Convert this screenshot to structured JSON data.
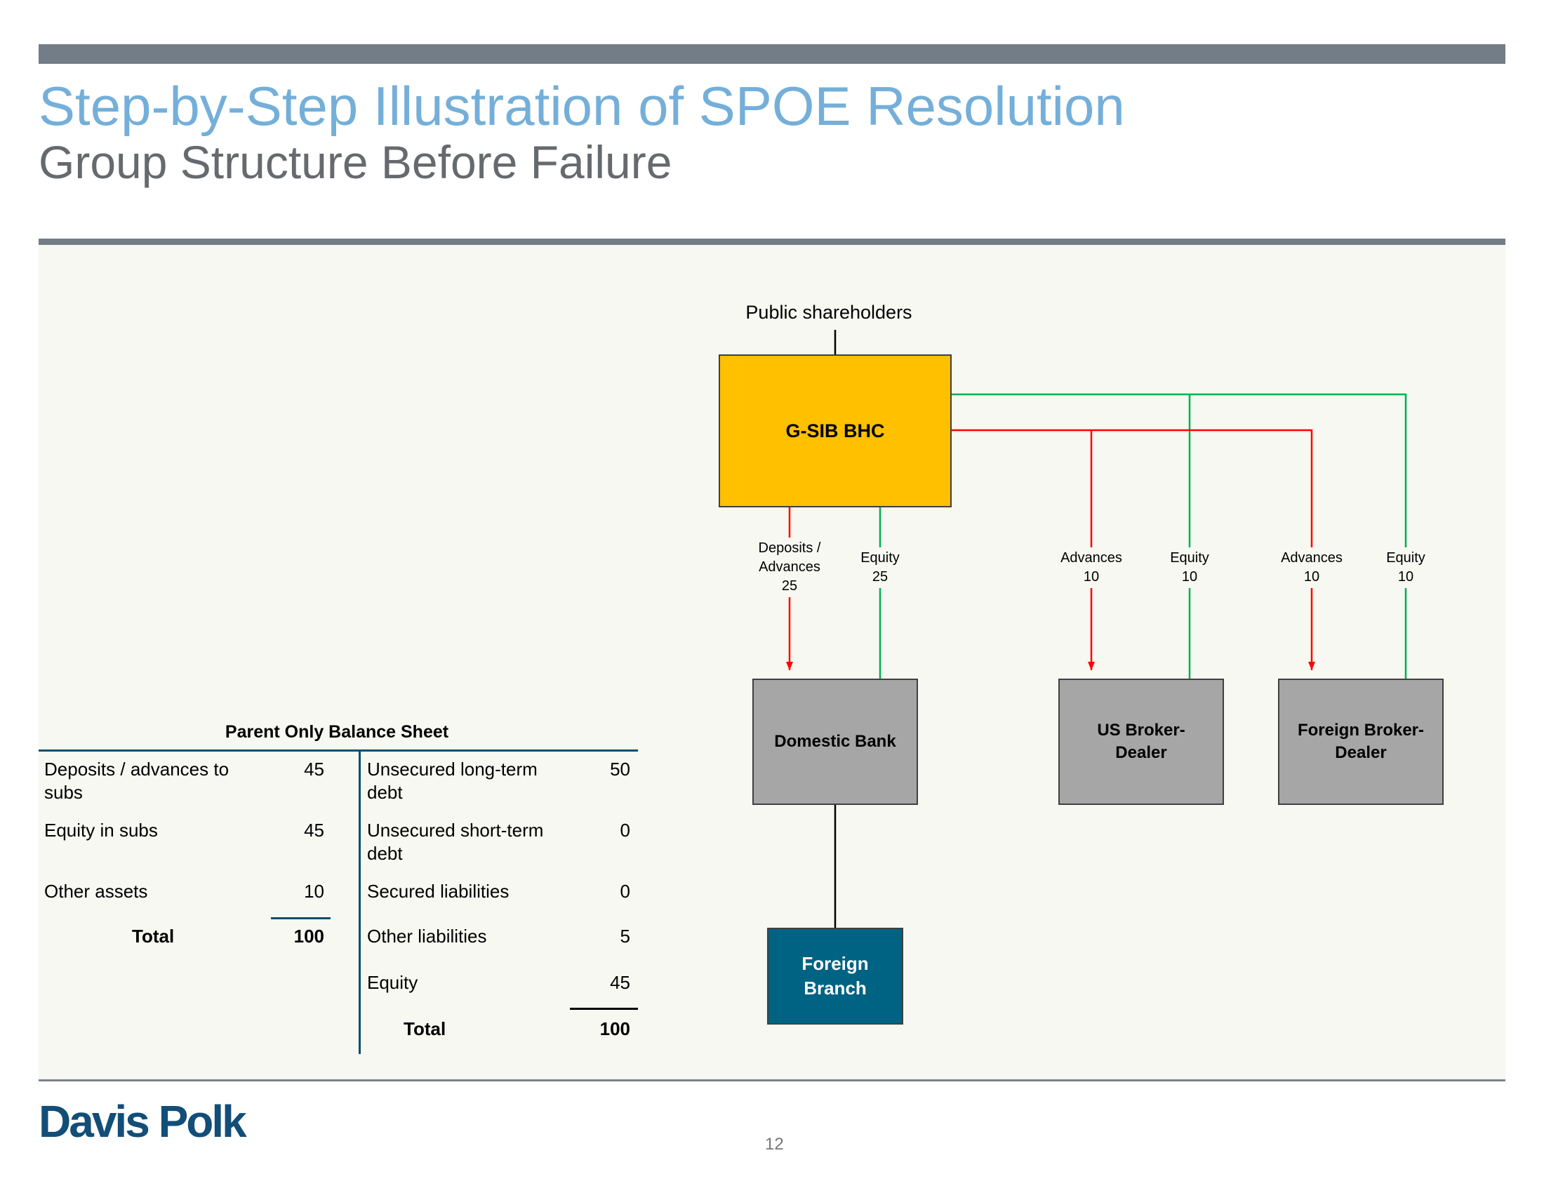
{
  "header": {
    "title": "Step-by-Step Illustration of SPOE Resolution",
    "subtitle": "Group Structure Before Failure"
  },
  "diagram": {
    "top_label": "Public shareholders",
    "parent": "G-SIB BHC",
    "subsidiaries": {
      "domestic_bank": "Domestic Bank",
      "us_bd_line1": "US Broker-",
      "us_bd_line2": "Dealer",
      "foreign_bd_line1": "Foreign Broker-",
      "foreign_bd_line2": "Dealer",
      "foreign_branch_line1": "Foreign",
      "foreign_branch_line2": "Branch"
    },
    "flows": {
      "db_advances": {
        "line1": "Deposits /",
        "line2": "Advances",
        "value": "25"
      },
      "db_equity": {
        "line1": "Equity",
        "value": "25"
      },
      "usbd_advances": {
        "line1": "Advances",
        "value": "10"
      },
      "usbd_equity": {
        "line1": "Equity",
        "value": "10"
      },
      "fbd_advances": {
        "line1": "Advances",
        "value": "10"
      },
      "fbd_equity": {
        "line1": "Equity",
        "value": "10"
      }
    },
    "colors": {
      "parent": "#ffc000",
      "subsidiary": "#a6a6a6",
      "branch": "#006384",
      "advances": "#ff0000",
      "equity": "#00b050"
    }
  },
  "balance_sheet": {
    "title": "Parent Only Balance Sheet",
    "assets": [
      {
        "label1": "Deposits / advances to",
        "label2": "subs",
        "value": "45"
      },
      {
        "label1": "Equity in subs",
        "value": "45"
      },
      {
        "label1": "Other assets",
        "value": "10"
      }
    ],
    "assets_total": {
      "label": "Total",
      "value": "100"
    },
    "liabilities": [
      {
        "label1": "Unsecured long-term",
        "label2": "debt",
        "value": "50"
      },
      {
        "label1": "Unsecured short-term",
        "label2": "debt",
        "value": "0"
      },
      {
        "label1": "Secured liabilities",
        "value": "0"
      },
      {
        "label1": "Other liabilities",
        "value": "5"
      },
      {
        "label1": "Equity",
        "value": "45"
      }
    ],
    "liabilities_total": {
      "label": "Total",
      "value": "100"
    }
  },
  "footer": {
    "logo": "Davis Polk",
    "page_number": "12"
  }
}
